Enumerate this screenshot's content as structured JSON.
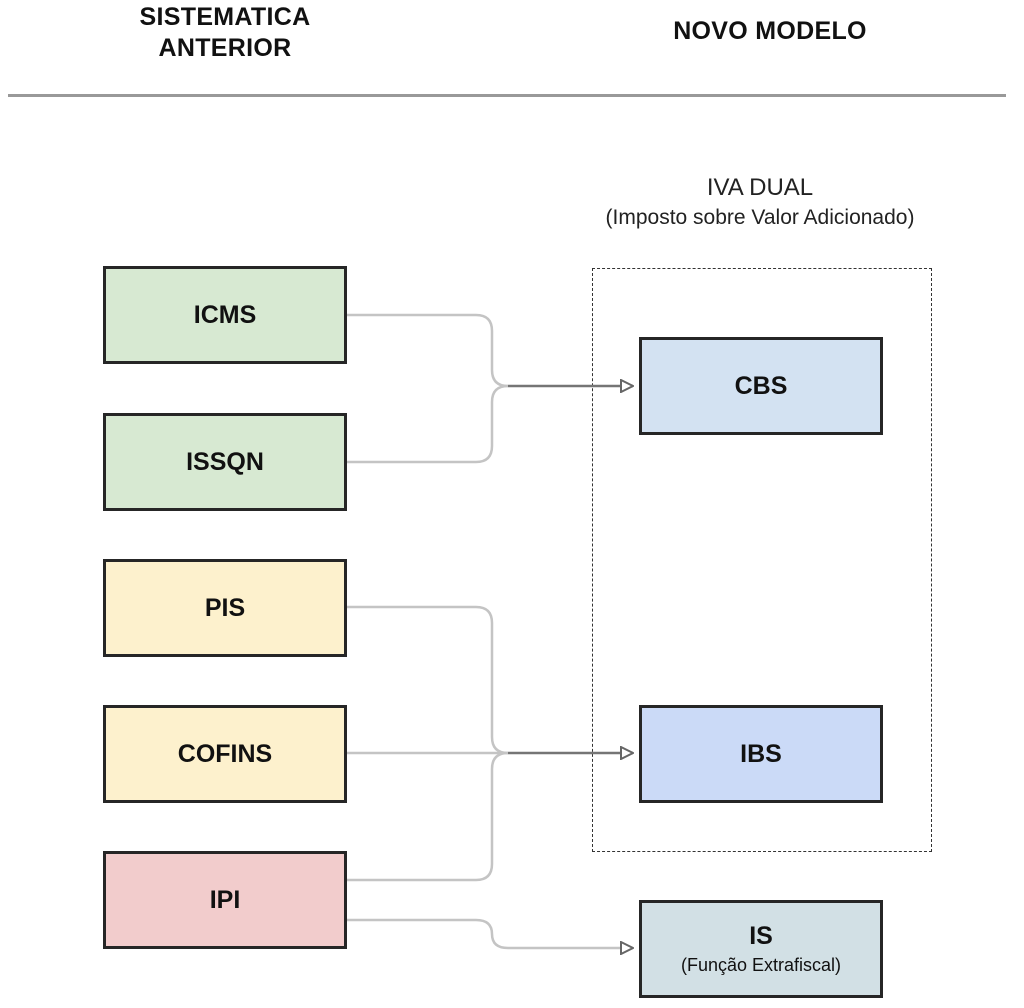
{
  "headers": {
    "left": [
      "SISTEMATICA",
      "ANTERIOR"
    ],
    "right": "NOVO MODELO"
  },
  "iva_group": {
    "title": "IVA DUAL",
    "subtitle": "(Imposto sobre Valor Adicionado)"
  },
  "old_taxes": [
    {
      "id": "icms",
      "label": "ICMS",
      "color": "#d7e9d2"
    },
    {
      "id": "issqn",
      "label": "ISSQN",
      "color": "#d7e9d2"
    },
    {
      "id": "pis",
      "label": "PIS",
      "color": "#fdf1cd"
    },
    {
      "id": "cofins",
      "label": "COFINS",
      "color": "#fdf1cd"
    },
    {
      "id": "ipi",
      "label": "IPI",
      "color": "#f2cccc"
    }
  ],
  "new_taxes": [
    {
      "id": "cbs",
      "label": "CBS",
      "color": "#d3e2f2"
    },
    {
      "id": "ibs",
      "label": "IBS",
      "color": "#cbdaf7"
    },
    {
      "id": "is",
      "label": "IS",
      "sublabel": "(Função Extrafiscal)",
      "color": "#d2e0e5"
    }
  ],
  "connections": [
    {
      "from": "ICMS",
      "to": "CBS"
    },
    {
      "from": "ISSQN",
      "to": "CBS"
    },
    {
      "from": "PIS",
      "to": "IBS"
    },
    {
      "from": "COFINS",
      "to": "IBS"
    },
    {
      "from": "IPI",
      "to": "IBS"
    },
    {
      "from": "IPI",
      "to": "IS"
    }
  ]
}
